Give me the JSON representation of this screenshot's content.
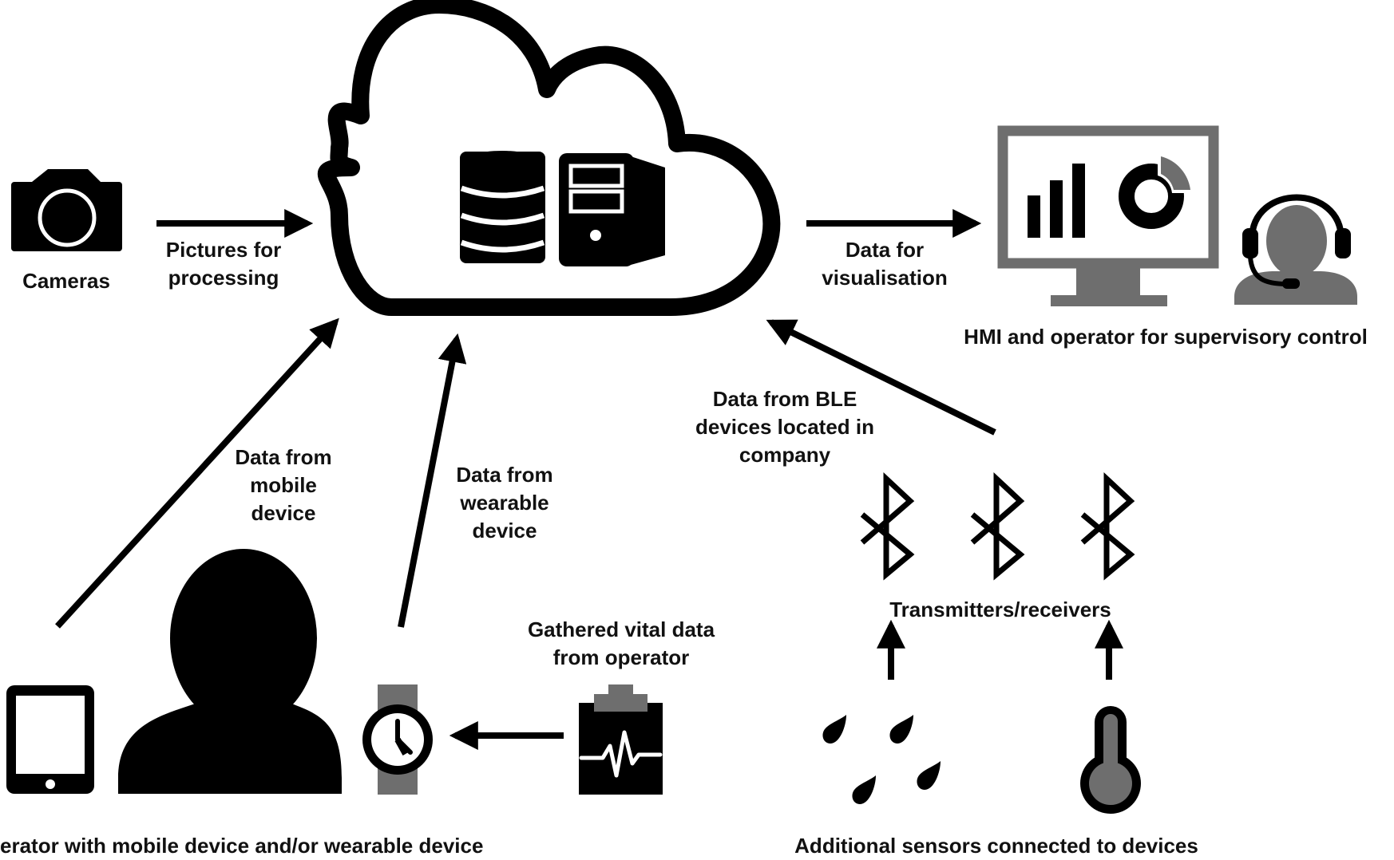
{
  "labels": {
    "cameras": "Cameras",
    "pictures": [
      "Pictures for",
      "processing"
    ],
    "visualisation": [
      "Data for",
      "visualisation"
    ],
    "hmi": "HMI and operator for supervisory control",
    "ble": [
      "Data from BLE",
      "devices located in",
      "company"
    ],
    "mobile": [
      "Data from",
      "mobile",
      "device"
    ],
    "wearable": [
      "Data from",
      "wearable",
      "device"
    ],
    "vital": [
      "Gathered vital data",
      "from operator"
    ],
    "transmitters": "Transmitters/receivers",
    "operator": "erator with mobile device and/or wearable device",
    "sensors": "Additional sensors connected to devices"
  },
  "colors": {
    "ink": "#000000",
    "gray": "#6e6e6e",
    "white": "#ffffff"
  },
  "icons": [
    "camera-icon",
    "cloud-icon",
    "database-icon",
    "server-icon",
    "monitor-chart-icon",
    "operator-headset-icon",
    "tablet-icon",
    "person-silhouette-icon",
    "smartwatch-icon",
    "vital-clipboard-icon",
    "bluetooth-icon",
    "rain-drops-icon",
    "thermometer-icon"
  ]
}
